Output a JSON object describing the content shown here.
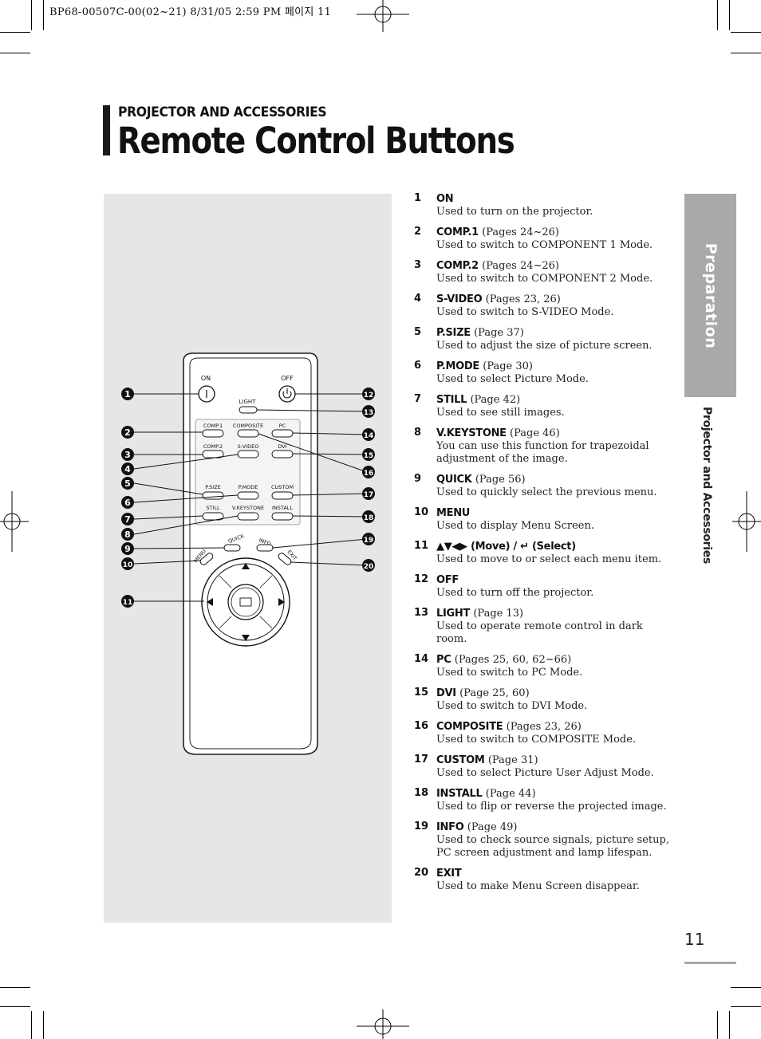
{
  "print_header": "BP68-00507C-00(02~21)  8/31/05  2:59 PM 페이지 11",
  "section_label": "PROJECTOR AND ACCESSORIES",
  "page_title": "Remote Control Buttons",
  "side_tab": "Preparation",
  "side_sub": "Projector and Accessories",
  "page_number": "11",
  "remote": {
    "labels": {
      "on": "ON",
      "off": "OFF",
      "light": "LIGHT",
      "comp1": "COMP.1",
      "composite": "COMPOSITE",
      "pc": "PC",
      "comp2": "COMP.2",
      "svideo": "S-VIDEO",
      "dvi": "DVI",
      "psize": "P.SIZE",
      "pmode": "P.MODE",
      "custom": "CUSTOM",
      "still": "STILL",
      "vkeystone": "V.KEYSTONE",
      "install": "INSTALL",
      "quick": "QUICK",
      "info": "INFO",
      "menu": "MENU",
      "exit": "EXIT"
    },
    "callouts_left": [
      "1",
      "2",
      "3",
      "4",
      "5",
      "6",
      "7",
      "8",
      "9",
      "10",
      "11"
    ],
    "callouts_right": [
      "12",
      "13",
      "14",
      "15",
      "16",
      "17",
      "18",
      "19",
      "20"
    ]
  },
  "items": [
    {
      "num": "1",
      "name": "ON",
      "pages": "",
      "desc": "Used to turn on the projector."
    },
    {
      "num": "2",
      "name": "COMP.1",
      "pages": "(Pages 24~26)",
      "desc": "Used to switch to COMPONENT 1 Mode."
    },
    {
      "num": "3",
      "name": "COMP.2",
      "pages": "(Pages 24~26)",
      "desc": "Used to switch to COMPONENT 2 Mode."
    },
    {
      "num": "4",
      "name": "S-VIDEO",
      "pages": "(Pages 23, 26)",
      "desc": "Used to switch to S-VIDEO Mode."
    },
    {
      "num": "5",
      "name": "P.SIZE",
      "pages": "(Page 37)",
      "desc": "Used to adjust the size of picture screen."
    },
    {
      "num": "6",
      "name": "P.MODE",
      "pages": "(Page 30)",
      "desc": "Used to select Picture Mode."
    },
    {
      "num": "7",
      "name": "STILL",
      "pages": "(Page 42)",
      "desc": "Used to see still images."
    },
    {
      "num": "8",
      "name": "V.KEYSTONE",
      "pages": "(Page 46)",
      "desc": "You can use this function for trapezoidal adjustment of the image."
    },
    {
      "num": "9",
      "name": "QUICK",
      "pages": "(Page 56)",
      "desc": "Used to quickly select the previous menu."
    },
    {
      "num": "10",
      "name": "MENU",
      "pages": "",
      "desc": "Used to display Menu Screen."
    },
    {
      "num": "11",
      "name": "▲▼◀▶ (Move) / ↵ (Select)",
      "pages": "",
      "desc": "Used to move to or select each menu item."
    },
    {
      "num": "12",
      "name": "OFF",
      "pages": "",
      "desc": "Used to turn off the projector."
    },
    {
      "num": "13",
      "name": "LIGHT",
      "pages": "(Page 13)",
      "desc": "Used to operate remote control in dark room."
    },
    {
      "num": "14",
      "name": "PC",
      "pages": "(Pages 25, 60, 62~66)",
      "desc": "Used to switch to PC Mode."
    },
    {
      "num": "15",
      "name": "DVI",
      "pages": "(Page 25, 60)",
      "desc": "Used to switch to DVI Mode."
    },
    {
      "num": "16",
      "name": "COMPOSITE",
      "pages": "(Pages 23, 26)",
      "desc": "Used to switch to COMPOSITE Mode."
    },
    {
      "num": "17",
      "name": "CUSTOM",
      "pages": "(Page 31)",
      "desc": "Used to select Picture User Adjust Mode."
    },
    {
      "num": "18",
      "name": "INSTALL",
      "pages": "(Page 44)",
      "desc": "Used to flip or  reverse the projected image."
    },
    {
      "num": "19",
      "name": "INFO",
      "pages": "(Page 49)",
      "desc": "Used to check source signals, picture setup, PC screen adjustment and lamp lifespan."
    },
    {
      "num": "20",
      "name": "EXIT",
      "pages": "",
      "desc": "Used to make Menu Screen disappear."
    }
  ]
}
